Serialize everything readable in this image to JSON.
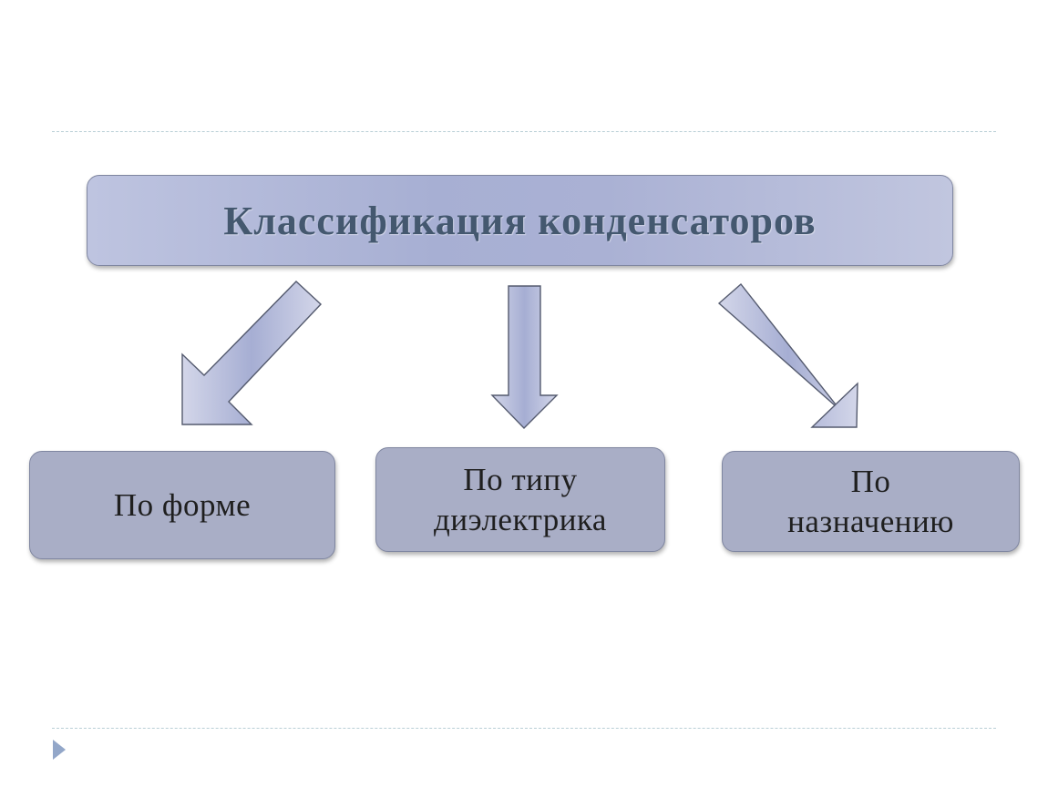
{
  "diagram": {
    "root": {
      "label": "Классификация конденсаторов"
    },
    "children": [
      {
        "label": "По форме"
      },
      {
        "label": "По типу\nдиэлектрика"
      },
      {
        "label": "По\nназначению"
      }
    ]
  },
  "colors": {
    "box_fill": "#a9aec6",
    "title_text": "#44586f",
    "arrow_fill_light": "#d3d6e9",
    "arrow_fill_dark": "#a6aed3",
    "slide_rule": "#b9cfd6",
    "slide_marker": "#93a7c9"
  },
  "icons": {
    "slide_marker": "triangle-right-icon"
  }
}
